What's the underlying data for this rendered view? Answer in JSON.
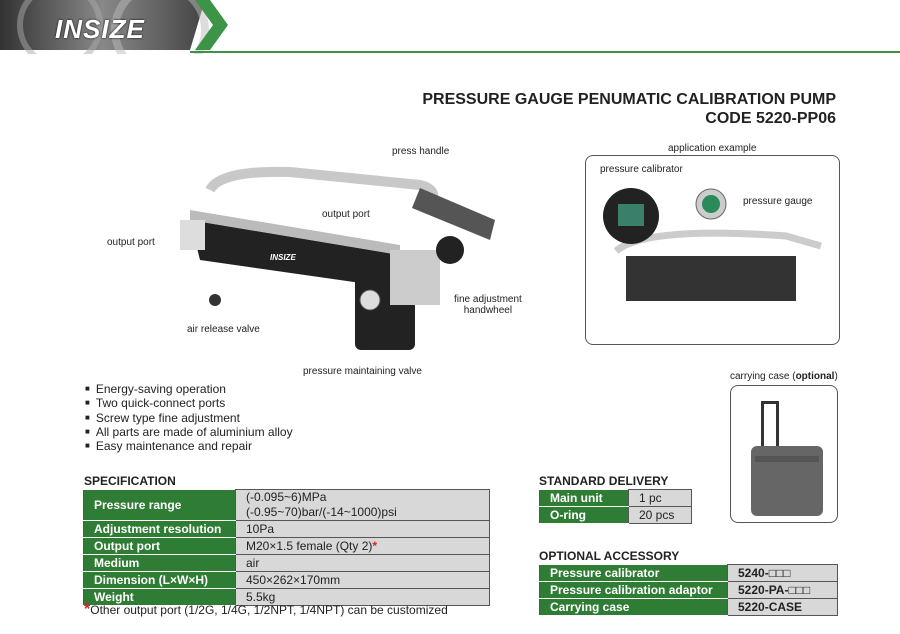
{
  "brand": "INSIZE",
  "title": {
    "line1": "PRESSURE GAUGE PENUMATIC CALIBRATION PUMP",
    "line2": "CODE 5220-PP06"
  },
  "product_labels": {
    "press_handle": "press handle",
    "output_port_top": "output port",
    "output_port_left": "output port",
    "fine_adjustment": "fine adjustment\nhandwheel",
    "air_release": "air release valve",
    "pressure_maintaining": "pressure maintaining valve",
    "body_logo": "INSIZE"
  },
  "application": {
    "title": "application example",
    "calibrator": "pressure calibrator",
    "gauge": "pressure gauge"
  },
  "case": {
    "label": "carrying case (",
    "optional": "optional",
    ")": ")"
  },
  "features": [
    "Energy-saving operation",
    "Two quick-connect ports",
    "Screw type fine adjustment",
    "All parts are made of aluminium alloy",
    "Easy maintenance and repair"
  ],
  "specification": {
    "heading": "SPECIFICATION",
    "rows": [
      {
        "k": "Pressure range",
        "v": "(-0.095~6)MPa (-0.95~70)bar/(-14~1000)psi"
      },
      {
        "k": "Adjustment resolution",
        "v": "10Pa"
      },
      {
        "k": "Output port",
        "v": "M20×1.5 female (Qty 2)"
      },
      {
        "k": "Medium",
        "v": "air"
      },
      {
        "k": "Dimension (L×W×H)",
        "v": "450×262×170mm"
      },
      {
        "k": "Weight",
        "v": "5.5kg"
      }
    ],
    "asterisk": "*",
    "footnote": "Other output port (1/2G, 1/4G, 1/2NPT, 1/4NPT) can be customized"
  },
  "standard_delivery": {
    "heading": "STANDARD DELIVERY",
    "rows": [
      {
        "k": "Main unit",
        "v": "1 pc"
      },
      {
        "k": "O-ring",
        "v": "20 pcs"
      }
    ]
  },
  "optional_accessory": {
    "heading": "OPTIONAL ACCESSORY",
    "rows": [
      {
        "k": "Pressure calibrator",
        "v": "5240-□□□"
      },
      {
        "k": "Pressure calibration adaptor",
        "v": "5220-PA-□□□"
      },
      {
        "k": "Carrying case",
        "v": "5220-CASE"
      }
    ]
  },
  "colors": {
    "green": "#2f7d35",
    "cell": "#d8d8d8",
    "red": "#e02020"
  }
}
